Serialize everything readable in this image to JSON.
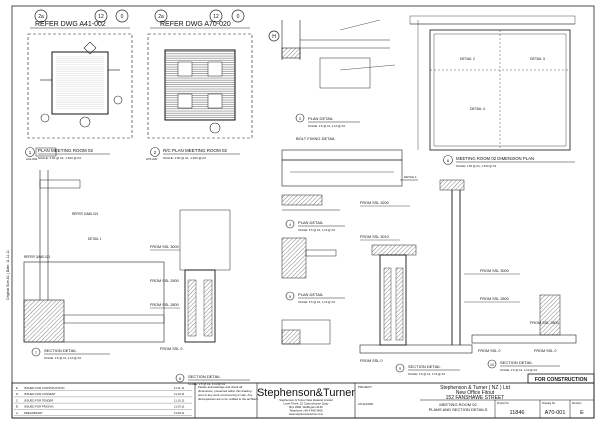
{
  "header": {
    "refer_left": "REFER DWG A41-002",
    "refer_mid": "REFER DWG A70-020",
    "grid_2a": "2a",
    "grid_12": "12",
    "grid_0": "0",
    "grid_H": "H"
  },
  "views": {
    "plan_meeting": {
      "num": "1",
      "title": "PLAN MEETING ROOM 02",
      "scale": "SCALE: 1:50 @ A1, 1:100 @ A3",
      "sheet": "A41-002"
    },
    "rcp_meeting": {
      "num": "2",
      "title": "R/C PLAN MEETING ROOM 02",
      "scale": "SCALE: 1:50 @ A1, 1:100 @ A3",
      "sheet": "A70-020"
    },
    "plan_detail_1": {
      "num": "3",
      "title": "PLAN DETAIL",
      "scale": "SCALE: 1:5 @ A1, 1:10 @ A3"
    },
    "plan_detail_2": {
      "num": "4",
      "title": "PLAN DETAIL",
      "scale": "SCALE: 1:5 @ A1, 1:10 @ A3"
    },
    "plan_detail_3": {
      "num": "5",
      "title": "PLAN DETAIL",
      "scale": "SCALE: 1:5 @ A1, 1:10 @ A3"
    },
    "dimension_plan": {
      "num": "6",
      "title": "MEETING ROOM 02 DIMENSION PLAN",
      "scale": "SCALE: 1:50 @ A1, 1:100 @ A3"
    },
    "section_a": {
      "num": "7",
      "title": "SECTION DETAIL",
      "scale": "SCALE: 1:5 @ A1, 1:10 @ A3"
    },
    "section_b": {
      "num": "8",
      "title": "SECTION DETAIL",
      "scale": "SCALE: 1:5 @ A1, 1:10 @ A3"
    },
    "section_c": {
      "num": "9",
      "title": "SECTION DETAIL",
      "scale": "SCALE: 1:5 @ A1, 1:10 @ A3"
    },
    "section_d": {
      "num": "10",
      "title": "SECTION DETAIL",
      "scale": "SCALE: 1:5 @ A1, 1:10 @ A3"
    }
  },
  "labels": {
    "bolt_fixing": "BOLT FIXING DETAIL",
    "detail_1": "DETAIL 1",
    "detail_2": "DETAIL 2",
    "detail_3": "DETAIL 3",
    "detail_4": "DETAIL 4",
    "refer_a": "REFER 2/A60-021",
    "refer_b": "REFER 3/A60-021",
    "from_ssl_3200": "FROM SSL 3200",
    "from_ssl_3010": "FROM SSL 3010",
    "from_ssl_3000_a": "FROM SSL 3000",
    "from_ssl_2900_a": "FROM SSL 2900",
    "from_ssl_2800_a": "FROM SSL 2800",
    "from_ssl_0_a": "FROM SSL 0",
    "from_ssl_3000_b": "FROM SSL 3000",
    "from_ssl_2800_b": "FROM SSL 2800",
    "from_ssl_2800_c": "FROM SSL 2800",
    "from_ssl_0_b": "FROM SSL 0",
    "from_ssl_0_c": "FROM SSL 0",
    "from_ssl_0_d": "FROM SSL 0"
  },
  "status": "FOR CONSTRUCTION",
  "notes": "Please acknowledge and check all dimensions, presented within this drawing prior to any work commencing on site. Any discrepancies are to be notified to the architect.",
  "firm": {
    "name": "Stephenson&Turner",
    "line1": "Stephenson & Turner New Zealand Limited",
    "line2": "Level Three, 22 Customhouse Quay",
    "line3": "Box 3900, Wellington 6140",
    "line4": "Telephone +64 4 499 3400",
    "line5": "www.stephensonturner.com"
  },
  "project": {
    "label": "PROJECT",
    "client": "Stephenson & Turner ( NZ ) Ltd",
    "name": "New Office Fitout",
    "address": "152 FANSHAWE STREET"
  },
  "drawing": {
    "title_1": "MEETING ROOM 02",
    "title_2": "PLANS AND SECTION DETAILS",
    "project_no": "11846",
    "number": "A70-001",
    "revision": "E",
    "hdr_project": "Project No.",
    "hdr_drawing": "Drawing No.",
    "hdr_revision": "Revision",
    "scale_label": "AS SHOWN"
  },
  "revisions": [
    {
      "rev": "E",
      "desc": "ISSUED FOR CONSTRUCTION",
      "date": "11.11.11"
    },
    {
      "rev": "D",
      "desc": "ISSUED FOR CONSENT",
      "date": "11.10.11"
    },
    {
      "rev": "C",
      "desc": "ISSUED FOR TENDER",
      "date": "11.10.11"
    },
    {
      "rev": "B",
      "desc": "ISSUED FOR PRICING",
      "date": "11.09.11"
    },
    {
      "rev": "A",
      "desc": "PRELIMINARY",
      "date": "11.08.11"
    }
  ],
  "side_text": "Original Size A1  |  Date: 11.11.11"
}
